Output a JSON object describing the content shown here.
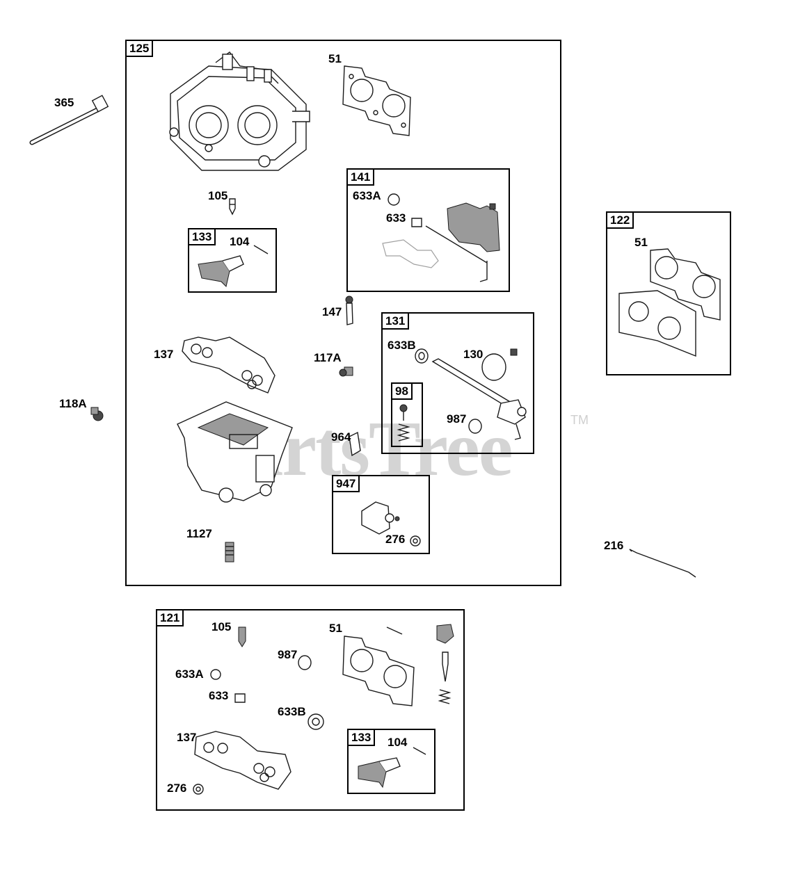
{
  "watermark": {
    "text": "PartsTree",
    "trademark": "TM"
  },
  "groups": {
    "g125": "125",
    "g141": "141",
    "g133a": "133",
    "g131": "131",
    "g98": "98",
    "g947": "947",
    "g122": "122",
    "g121": "121",
    "g133b": "133"
  },
  "labels": {
    "p365": "365",
    "p118A": "118A",
    "p216": "216",
    "p51_top": "51",
    "p105_top": "105",
    "p104_top": "104",
    "p633A_top": "633A",
    "p633_top": "633",
    "p147": "147",
    "p137_top": "137",
    "p117A": "117A",
    "p633B_top": "633B",
    "p130": "130",
    "p987_top": "987",
    "p964": "964",
    "p1127": "1127",
    "p276_top": "276",
    "p51_right": "51",
    "p105_bot": "105",
    "p51_bot": "51",
    "p987_bot": "987",
    "p633A_bot": "633A",
    "p633_bot": "633",
    "p633B_bot": "633B",
    "p137_bot": "137",
    "p104_bot": "104",
    "p276_bot": "276"
  }
}
